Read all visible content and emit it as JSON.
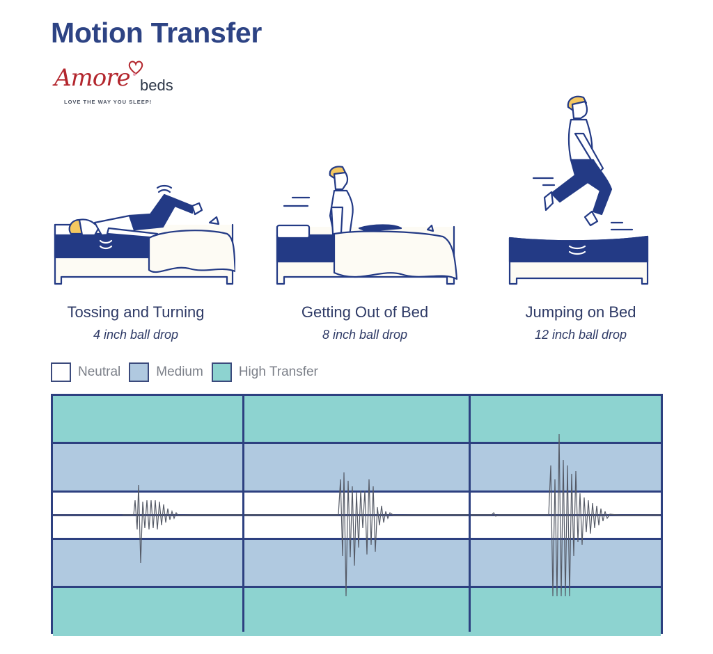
{
  "title": "Motion Transfer",
  "logo": {
    "brand_script": "Amore",
    "brand_suffix": "beds",
    "tagline": "LOVE THE WAY YOU SLEEP!",
    "icon": "heart-icon"
  },
  "colors": {
    "title": "#2d4384",
    "navy": "#233a85",
    "neutral": "#ffffff",
    "medium": "#b0c9e0",
    "high_transfer": "#8dd3d0",
    "grid_line": "#2d4080",
    "hair": "#f5c860",
    "logo_red": "#b3262d"
  },
  "scenarios": [
    {
      "title": "Tossing and Turning",
      "subtitle": "4 inch ball drop",
      "icon": "person-tossing-in-bed-icon"
    },
    {
      "title": "Getting Out of Bed",
      "subtitle": "8 inch ball drop",
      "icon": "person-getting-out-of-bed-icon"
    },
    {
      "title": "Jumping on Bed",
      "subtitle": "12 inch ball drop",
      "icon": "person-jumping-on-bed-icon"
    }
  ],
  "legend": [
    {
      "label": "Neutral",
      "color": "#ffffff"
    },
    {
      "label": "Medium",
      "color": "#b0c9e0"
    },
    {
      "label": "High Transfer",
      "color": "#8dd3d0"
    }
  ],
  "chart_data": {
    "type": "line",
    "title": "Motion Transfer",
    "xlabel": "",
    "ylabel": "",
    "panels": [
      "Tossing and Turning",
      "Getting Out of Bed",
      "Jumping on Bed"
    ],
    "bands_top_to_bottom": [
      "High Transfer",
      "Medium",
      "Neutral",
      "Neutral",
      "Medium",
      "High Transfer"
    ],
    "series": [
      {
        "name": "4 inch ball drop",
        "peak_amplitude_band": "Medium",
        "max_up": 1.25,
        "max_down": -1.6,
        "decay": "fast"
      },
      {
        "name": "8 inch ball drop",
        "peak_amplitude_band": "High Transfer",
        "max_up": 1.6,
        "max_down": -2.7,
        "decay": "medium"
      },
      {
        "name": "12 inch ball drop",
        "peak_amplitude_band": "High Transfer",
        "max_up": 2.8,
        "max_down": -3.6,
        "decay": "slow"
      }
    ],
    "amplitude_scale_note": "1.0 = Neutral band edge; 2.0 = Medium band edge; 3.0 = High Transfer band edge",
    "grid": true,
    "legend_position": "top-left"
  }
}
